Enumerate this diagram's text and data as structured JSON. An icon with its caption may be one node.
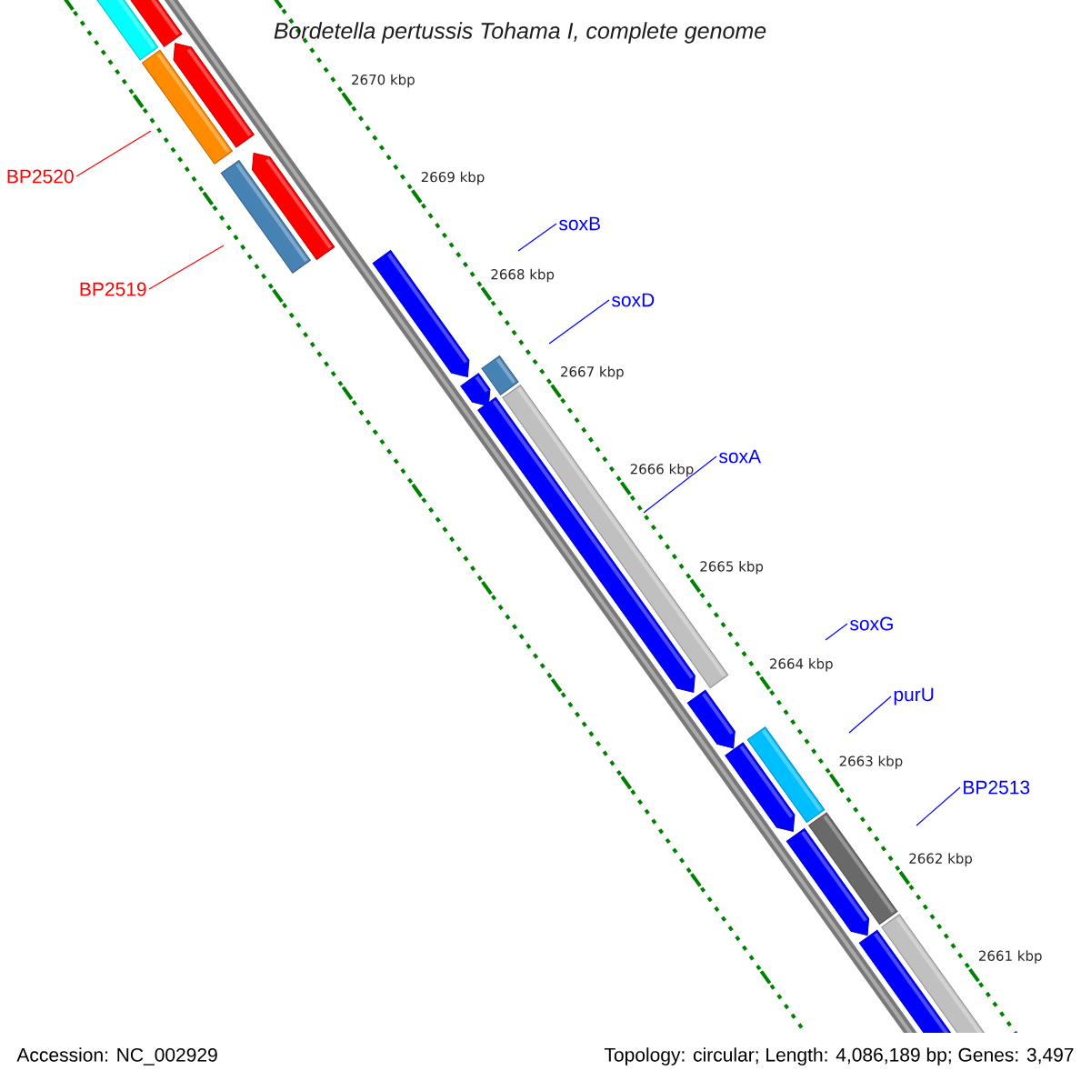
{
  "diagram": {
    "title": "Bordetella pertussis Tohama I, complete genome",
    "nodes": [
      {
        "text": [
          "BP2520"
        ]
      },
      {
        "text": [
          "BP2519"
        ]
      },
      {
        "text": [
          "soxB"
        ]
      },
      {
        "text": [
          "soxD"
        ]
      },
      {
        "text": [
          "soxA"
        ]
      },
      {
        "text": [
          "soxG"
        ]
      },
      {
        "text": [
          "purU"
        ]
      },
      {
        "text": [
          "BP2513"
        ]
      }
    ],
    "edges": [
      {
        "from": 0,
        "to": null,
        "arrow": "none",
        "color": "#ff0000"
      },
      {
        "from": 1,
        "to": null,
        "arrow": "none",
        "color": "#ff0000"
      },
      {
        "from": 2,
        "to": null,
        "arrow": "none"
      },
      {
        "from": 3,
        "to": null,
        "arrow": "none"
      },
      {
        "from": 4,
        "to": null,
        "arrow": "none"
      },
      {
        "from": 5,
        "to": null,
        "arrow": "none"
      },
      {
        "from": 6,
        "to": null,
        "arrow": "none"
      },
      {
        "from": 7,
        "to": null,
        "arrow": "none"
      }
    ],
    "labels": [
      "2670 kbp",
      "2669 kbp",
      "2668 kbp",
      "2667 kbp",
      "2666 kbp",
      "2665 kbp",
      "2664 kbp",
      "2663 kbp",
      "2662 kbp",
      "2661 kbp",
      "Accession: NC_002929",
      "Topology: circular; Length: 4,086,189 bp; Genes: 3,497"
    ]
  }
}
